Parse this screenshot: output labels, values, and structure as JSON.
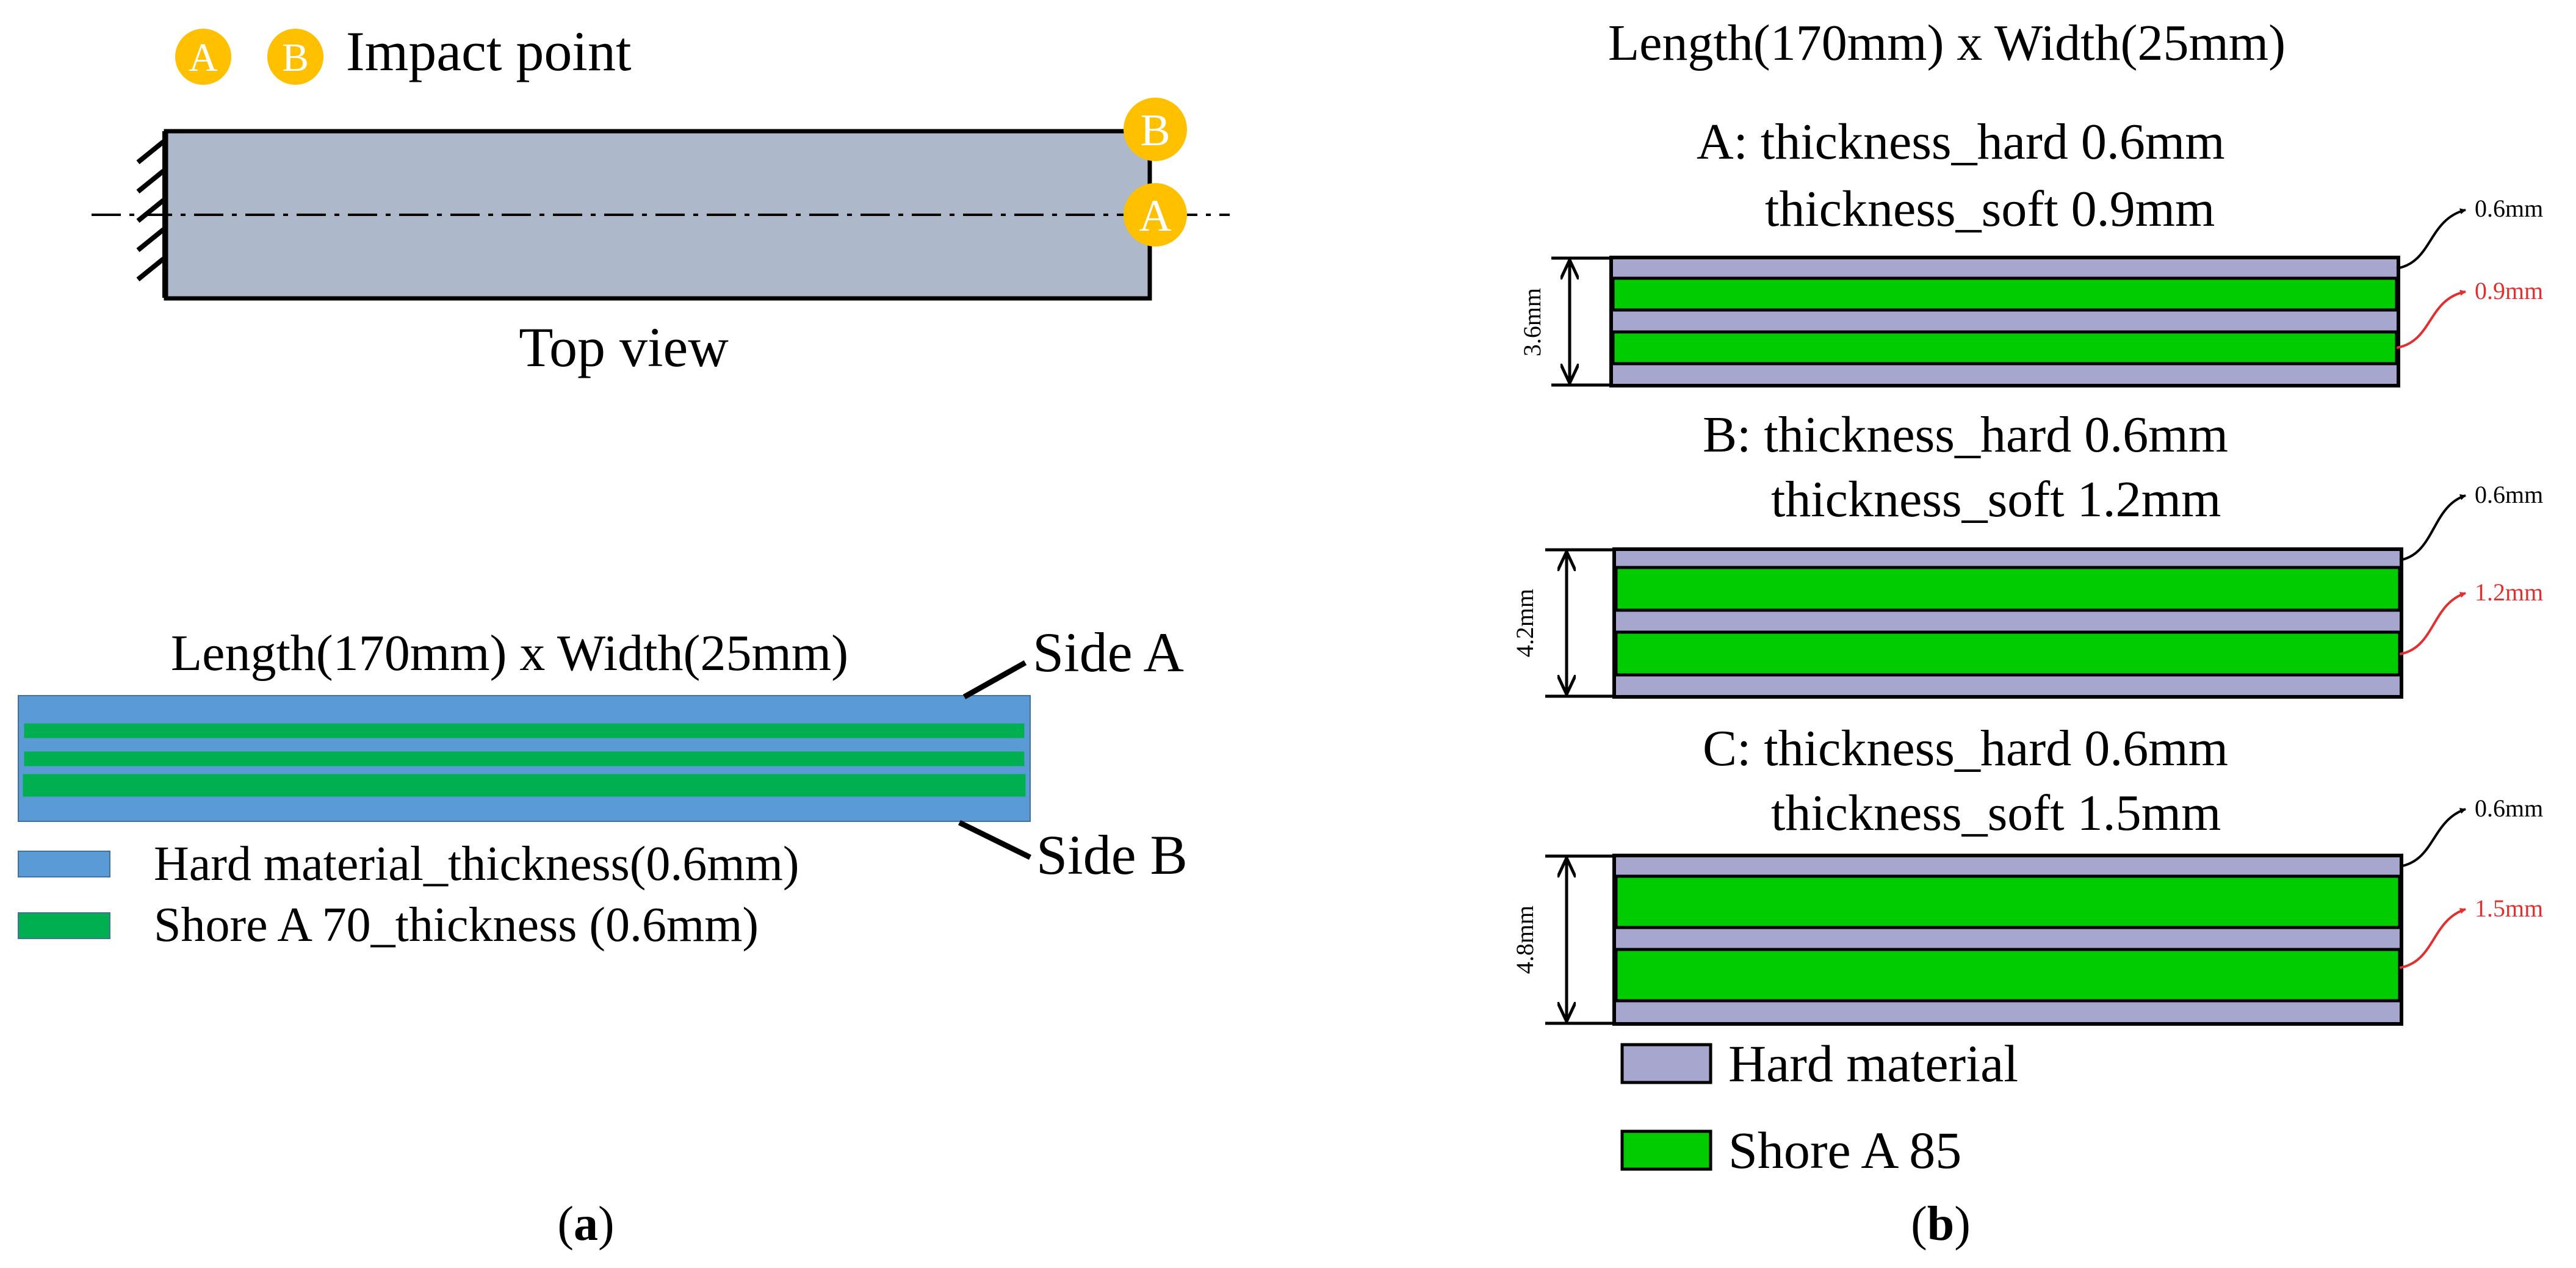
{
  "panel_a": {
    "legend_title": "Impact point",
    "marker_a": "A",
    "marker_b": "B",
    "top_view_label": "Top view",
    "section_title": "Length(170mm) x Width(25mm)",
    "side_a": "Side A",
    "side_b": "Side B",
    "legend_hard": "Hard material_thickness(0.6mm)",
    "legend_soft": "Shore A 70_thickness (0.6mm)",
    "caption": "a",
    "colors": {
      "beam": "#adb9ca",
      "hard": "#5b9bd5",
      "soft": "#00b050",
      "marker": "#ffc000"
    }
  },
  "panel_b": {
    "title": "Length(170mm) x Width(25mm)",
    "specimens": [
      {
        "line1": "A: thickness_hard 0.6mm",
        "line2": "thickness_soft  0.9mm",
        "total": "3.6mm",
        "hard_label": "0.6mm",
        "soft_label": "0.9mm"
      },
      {
        "line1": "B: thickness_hard 0.6mm",
        "line2": "thickness_soft  1.2mm",
        "total": "4.2mm",
        "hard_label": "0.6mm",
        "soft_label": "1.2mm"
      },
      {
        "line1": "C: thickness_hard 0.6mm",
        "line2": "thickness_soft  1.5mm",
        "total": "4.8mm",
        "hard_label": "0.6mm",
        "soft_label": "1.5mm"
      }
    ],
    "legend_hard": "Hard material",
    "legend_soft": "Shore A 85",
    "caption": "b",
    "colors": {
      "hard": "#a6a6cf",
      "soft": "#00cc00",
      "soft_arrow": "#e03030"
    }
  }
}
